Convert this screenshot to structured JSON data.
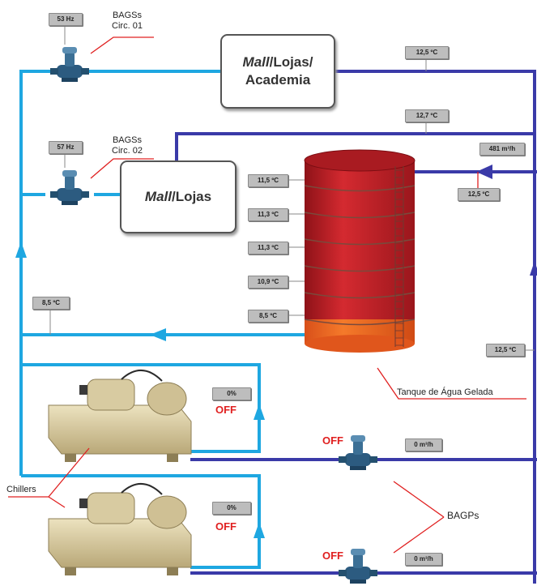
{
  "pumps": {
    "circ01": {
      "speed": "53 Hz",
      "label_line1": "BAGSs",
      "label_line2": "Circ. 01"
    },
    "circ02": {
      "speed": "57 Hz",
      "label_line1": "BAGSs",
      "label_line2": "Circ. 02"
    },
    "bagp1": {
      "state": "OFF",
      "flow": "0 m³/h"
    },
    "bagp2": {
      "state": "OFF",
      "flow": "0 m³/h"
    },
    "bagp_label": "BAGPs"
  },
  "loads": {
    "mall_lojas_academia": {
      "italic": "Mall",
      "line1_rest": "/Lojas/",
      "line2": "Academia"
    },
    "mall_lojas": {
      "italic": "Mall",
      "rest": "/Lojas"
    }
  },
  "temperatures": {
    "return_top": "12,5 ºC",
    "return_second": "12,7 ºC",
    "tank_inlet": "12,5 ºC",
    "right_return": "12,5 ºC",
    "supply": "8,5 ºC"
  },
  "tank": {
    "label": "Tanque de Água Gelada",
    "inlet_flow": "481 m³/h",
    "levels": [
      "11,5 ºC",
      "11,3 ºC",
      "11,3 ºC",
      "10,9 ºC",
      "8,5 ºC"
    ]
  },
  "chillers": {
    "label": "Chillers",
    "units": [
      {
        "load": "0%",
        "state": "OFF"
      },
      {
        "load": "0%",
        "state": "OFF"
      }
    ]
  },
  "colors": {
    "supply_pipe": "#1ea7e1",
    "return_pipe": "#3a3aa8",
    "tank_red": "#c8232a",
    "tank_orange": "#f26522",
    "off_red": "#e02020"
  }
}
